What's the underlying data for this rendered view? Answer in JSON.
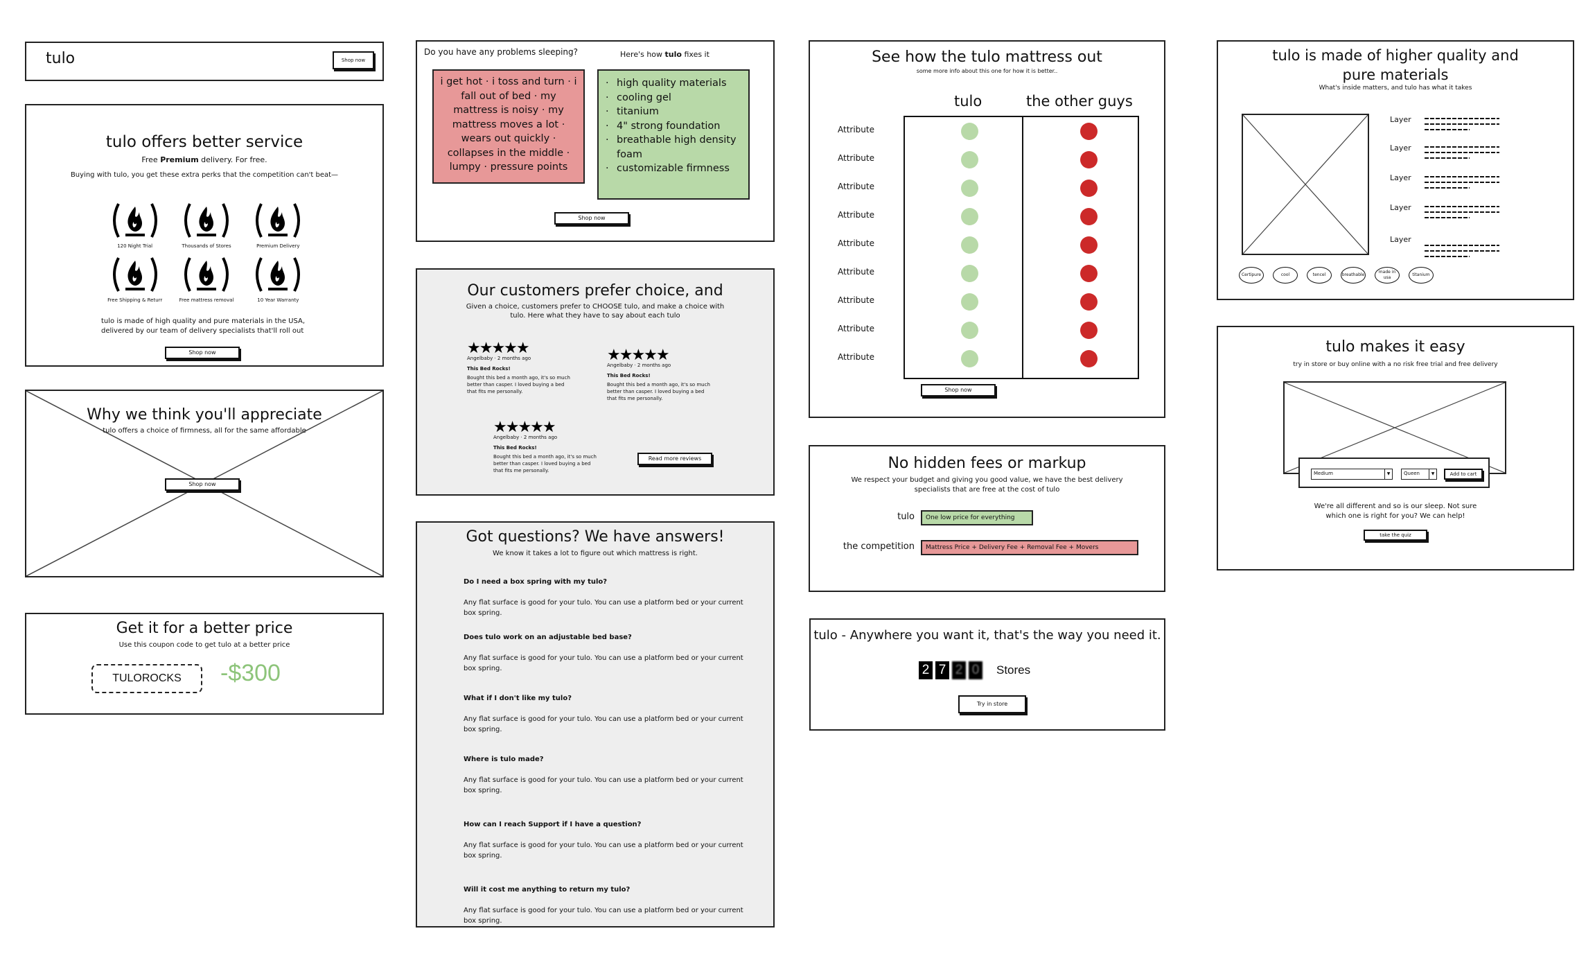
{
  "nav": {
    "logo": "tulo",
    "shop_button": "Shop now"
  },
  "service": {
    "title": "tulo offers better service",
    "subtitle_prefix": "Free ",
    "subtitle_bold": "Premium",
    "subtitle_suffix": " delivery. For free.",
    "intro": "Buying with tulo, you get these extra perks that the competition can't beat—",
    "perks": [
      {
        "label": "120 Night Trial",
        "icon": "fire-icon"
      },
      {
        "label": "Thousands of Stores",
        "icon": "fire-icon"
      },
      {
        "label": "Premium Delivery",
        "icon": "fire-icon"
      },
      {
        "label": "Free Shipping & Returr",
        "icon": "fire-icon"
      },
      {
        "label": "Free mattress removal",
        "icon": "fire-icon"
      },
      {
        "label": "10 Year Warranty",
        "icon": "fire-icon"
      }
    ],
    "body": "tulo is made of high quality and pure materials in the USA, delivered by our team of delivery specialists that'll roll out",
    "shop_button": "Shop now"
  },
  "appreciate": {
    "title": "Why we think you'll appreciate",
    "subtitle": "tulo offers a choice of firmness, all for the same affordable",
    "shop_button": "Shop now"
  },
  "price": {
    "title": "Get it for a better price",
    "subtitle": "Use this coupon code to get tulo at a better price",
    "coupon_code": "TULOROCKS",
    "discount": "-$300",
    "discount_color": "#8dc47a"
  },
  "problems": {
    "question": "Do you have any problems sleeping?",
    "answer_prefix": "Here's how ",
    "answer_bold": "tulo",
    "answer_suffix": " fixes it",
    "problems_text": "i get hot · i toss and turn · i fall out of bed · my mattress is noisy · my mattress moves a lot · wears out quickly · collapses in the middle · lumpy · pressure points",
    "fixes": [
      "high quality materials",
      "cooling gel",
      "titanium",
      "4\" strong foundation",
      "breathable high density foam",
      "customizable firmness"
    ],
    "problems_color": "#e79898",
    "fixes_color": "#b8d9a8",
    "shop_button": "Shop now"
  },
  "customers": {
    "title": "Our customers prefer choice, and",
    "subtitle": "Given a choice, customers prefer to CHOOSE tulo, and make a choice with tulo. Here what they have to say about each tulo",
    "reviews": [
      {
        "stars": "★★★★★",
        "meta": "Angelbaby · 2 months ago",
        "title": "This Bed Rocks!",
        "text": "Bought this bed a month ago, it's so much better than casper. I loved buying a bed that fits me personally."
      },
      {
        "stars": "★★★★★",
        "meta": "Angelbaby · 2 months ago",
        "title": "This Bed Rocks!",
        "text": "Bought this bed a month ago, it's so much better than casper. I loved buying a bed that fits me personally."
      },
      {
        "stars": "★★★★★",
        "meta": "Angelbaby · 2 months ago",
        "title": "This Bed Rocks!",
        "text": "Bought this bed a month ago, it's so much better than casper. I loved buying a bed that fits me personally."
      }
    ],
    "more_button": "Read more reviews"
  },
  "faq": {
    "title": "Got questions? We have answers!",
    "subtitle": "We know it takes a lot to figure out which mattress is right.",
    "items": [
      {
        "q": "Do I need a box spring with my tulo?",
        "a": "Any flat surface is good for your tulo. You can use a platform bed or your current box spring."
      },
      {
        "q": "Does tulo work on an adjustable bed base?",
        "a": "Any flat surface is good for your tulo. You can use a platform bed or your current box spring."
      },
      {
        "q": "What if I don't like my tulo?",
        "a": "Any flat surface is good for your tulo. You can use a platform bed or your current box spring."
      },
      {
        "q": "Where is tulo made?",
        "a": "Any flat surface is good for your tulo. You can use a platform bed or your current box spring."
      },
      {
        "q": "How can I reach Support if I have a question?",
        "a": "Any flat surface is good for your tulo. You can use a platform bed or your current box spring."
      },
      {
        "q": "Will it cost me anything to return my tulo?",
        "a": "Any flat surface is good for your tulo. You can use a platform bed or your current box spring."
      }
    ]
  },
  "compare": {
    "title": "See how the tulo mattress out",
    "subtitle": "some more info about this one for how it is better..",
    "col_tulo": "tulo",
    "col_others": "the other guys",
    "good_color": "#b8d9a8",
    "bad_color": "#cc2929",
    "rows": [
      {
        "label": "Attribute"
      },
      {
        "label": "Attribute"
      },
      {
        "label": "Attribute"
      },
      {
        "label": "Attribute"
      },
      {
        "label": "Attribute"
      },
      {
        "label": "Attribute"
      },
      {
        "label": "Attribute"
      },
      {
        "label": "Attribute"
      },
      {
        "label": "Attribute"
      }
    ],
    "shop_button": "Shop now"
  },
  "fees": {
    "title": "No hidden fees or markup",
    "subtitle": "We respect your budget and giving you good value, we have the best delivery specialists that are free at the cost of tulo",
    "tulo_label": "tulo",
    "tulo_bar": "One low price for everything",
    "competition_label": "the competition",
    "competition_bar": "Mattress Price + Delivery Fee + Removal Fee + Movers"
  },
  "anywhere": {
    "title": "tulo - Anywhere you want it, that's the way you need it.",
    "digits": [
      "2",
      "7",
      "2",
      "0"
    ],
    "stores_label": "Stores",
    "button": "Try in store"
  },
  "materials": {
    "title_line1": "tulo is made of higher quality and",
    "title_line2": "pure materials",
    "subtitle": "What's inside matters, and tulo has what it takes",
    "layers": [
      "Layer",
      "Layer",
      "Layer",
      "Layer",
      "Layer"
    ],
    "badges": [
      "Certipure",
      "cool",
      "tencel",
      "breathable",
      "made in usa",
      "titanium"
    ]
  },
  "easy": {
    "title": "tulo makes it easy",
    "subtitle": "try in store or buy online with a no risk free trial and free delivery",
    "firmness_value": "Medium",
    "size_value": "Queen",
    "add_to_cart": "Add to cart",
    "help_text": "We're all different and so is our sleep. Not sure which one is right for you? We can help!",
    "quiz_button": "take the quiz"
  }
}
